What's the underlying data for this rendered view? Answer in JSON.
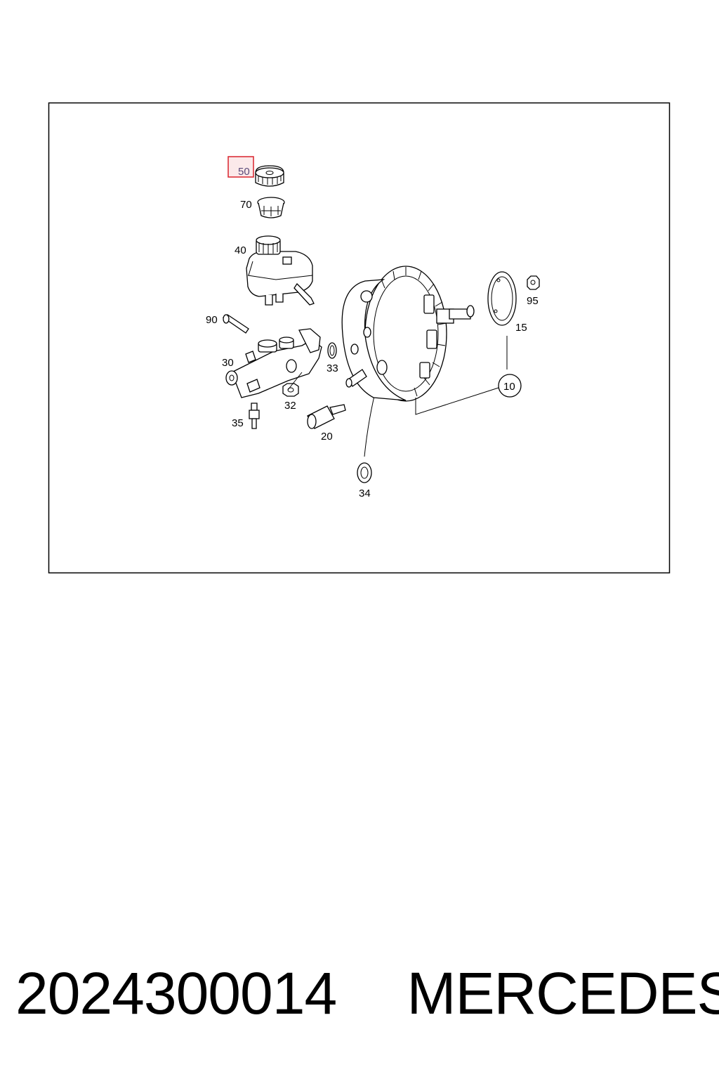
{
  "diagram": {
    "highlighted_label": "50",
    "highlight_color": "#d9232d",
    "callouts": [
      "50",
      "70",
      "40",
      "90",
      "30",
      "33",
      "32",
      "35",
      "20",
      "34",
      "95",
      "15",
      "10"
    ]
  },
  "caption": {
    "part_number": "2024300014",
    "brand": "MERCEDES"
  }
}
